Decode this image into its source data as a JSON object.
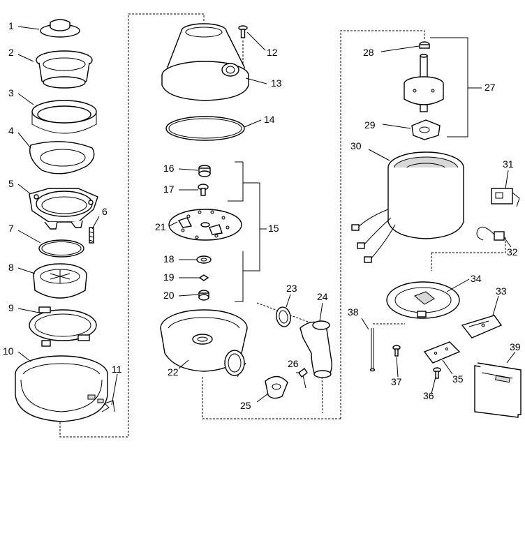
{
  "diagram": {
    "callouts": [
      "1",
      "2",
      "3",
      "4",
      "5",
      "6",
      "7",
      "8",
      "9",
      "10",
      "11",
      "12",
      "13",
      "14",
      "15",
      "16",
      "17",
      "18",
      "19",
      "20",
      "21",
      "22",
      "23",
      "24",
      "25",
      "26",
      "27",
      "28",
      "29",
      "30",
      "31",
      "32",
      "33",
      "34",
      "35",
      "36",
      "37",
      "38",
      "39"
    ]
  }
}
